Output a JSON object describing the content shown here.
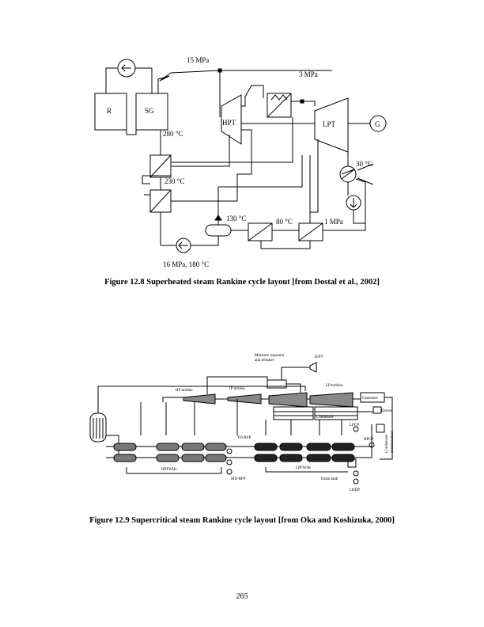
{
  "figure1": {
    "labels": {
      "p15": "15 MPa",
      "p3": "3 MPa",
      "reactor": "R",
      "sg": "SG",
      "hpt": "HPT",
      "lpt": "LPT",
      "gen": "G",
      "t280": "280 °C",
      "t230": "230 °C",
      "t30": "30 °C",
      "t130": "130 °C",
      "t80": "80 °C",
      "p1": "1 MPa",
      "pump_out": "16 MPa, 180 °C"
    },
    "caption": "Figure 12.8 Superheated steam Rankine cycle layout [from Dostal et al., 2002]"
  },
  "figure2": {
    "labels": {
      "moist": "Moisture separator",
      "reheat": "and reheater",
      "bfpt": "B/PT",
      "hp": "HP turbine",
      "ip": "IP turbine",
      "lp": "LP turbine",
      "generator": "Generator",
      "ejector": "Ejector",
      "condenser": "Condenser",
      "lpcp": "LPCP",
      "hpcp": "HPCP",
      "cond_demin": "Condensate",
      "cond_demin2": "demineralizer",
      "tdrfp": "TD-RFP",
      "hpfwhs": "HPFWHs",
      "lpfwhs": "LPFWHs",
      "mdrfp": "MD-RFP",
      "drain": "Drain tank",
      "ldp": "LHDP"
    },
    "caption": "Figure 12.9 Supercritical steam Rankine cycle layout [from Oka and Koshizuka, 2000]"
  },
  "page_number": "265"
}
